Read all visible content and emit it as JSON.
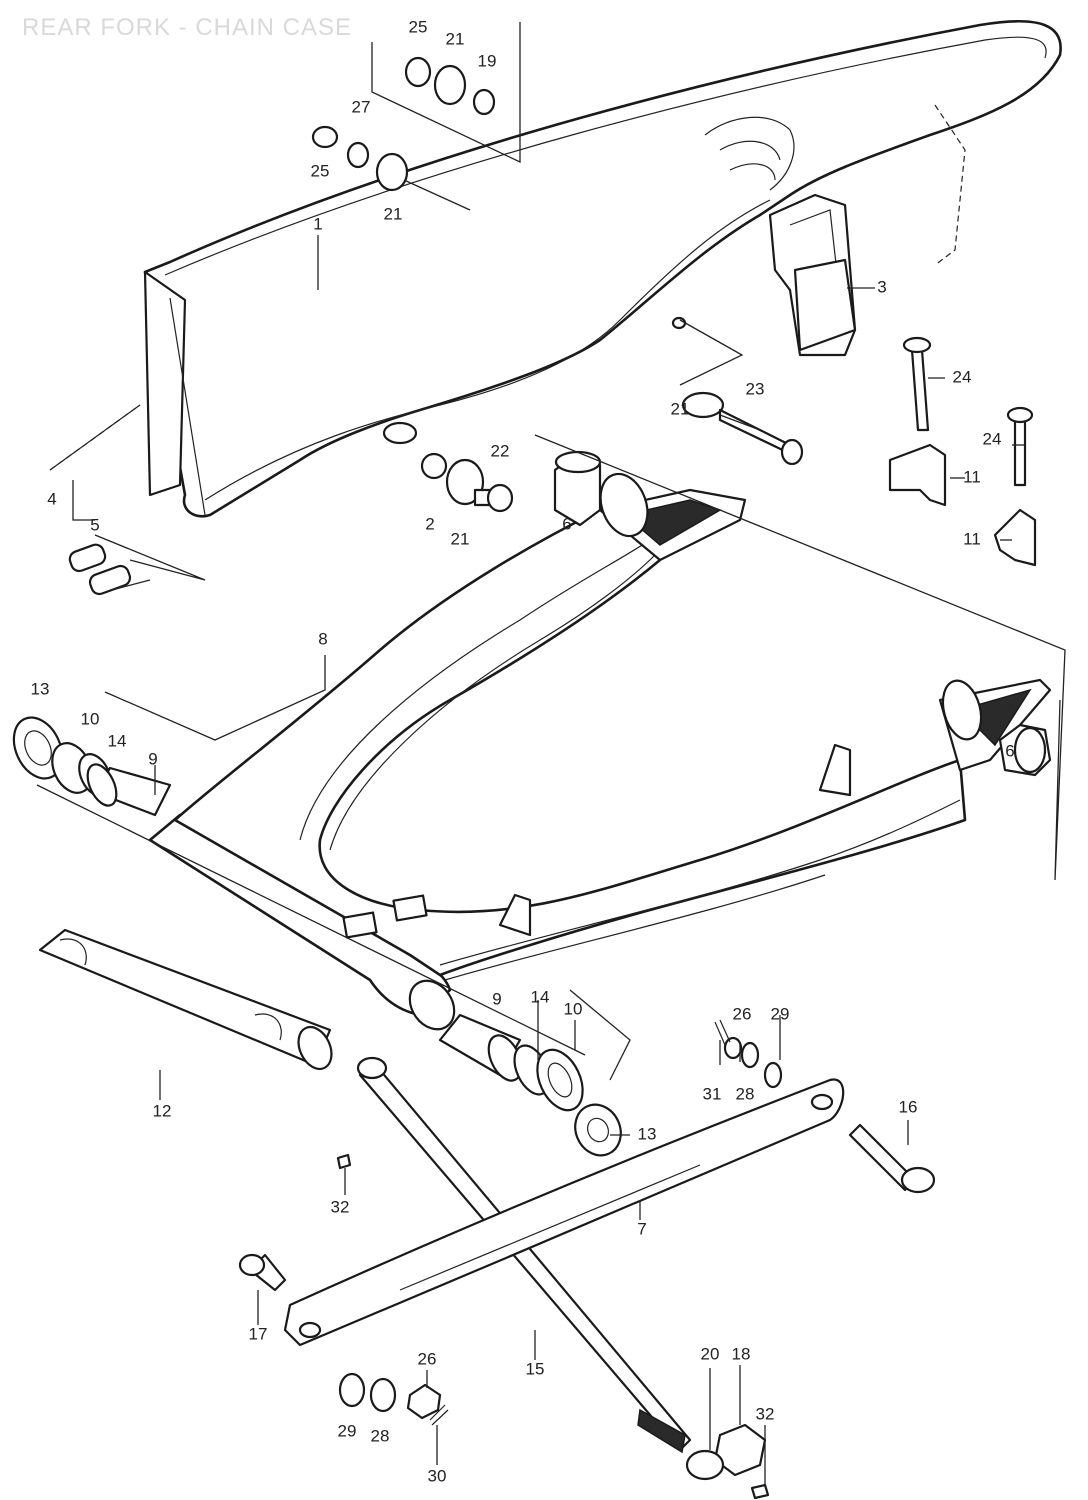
{
  "title": "REAR FORK - CHAIN CASE",
  "callouts": {
    "c1": "1",
    "c2": "2",
    "c3": "3",
    "c4": "4",
    "c5": "5",
    "c6a": "6",
    "c6b": "6",
    "c7": "7",
    "c8": "8",
    "c9a": "9",
    "c9b": "9",
    "c10a": "10",
    "c10b": "10",
    "c11a": "11",
    "c11b": "11",
    "c12": "12",
    "c13a": "13",
    "c13b": "13",
    "c14a": "14",
    "c14b": "14",
    "c15": "15",
    "c16": "16",
    "c17": "17",
    "c18": "18",
    "c19": "19",
    "c20": "20",
    "c21a": "21",
    "c21b": "21",
    "c21c": "21",
    "c21d": "21",
    "c22": "22",
    "c23": "23",
    "c24a": "24",
    "c24b": "24",
    "c25a": "25",
    "c25b": "25",
    "c26a": "26",
    "c26b": "26",
    "c27": "27",
    "c28a": "28",
    "c28b": "28",
    "c29a": "29",
    "c29b": "29",
    "c30": "30",
    "c31": "31",
    "c32a": "32",
    "c32b": "32"
  }
}
